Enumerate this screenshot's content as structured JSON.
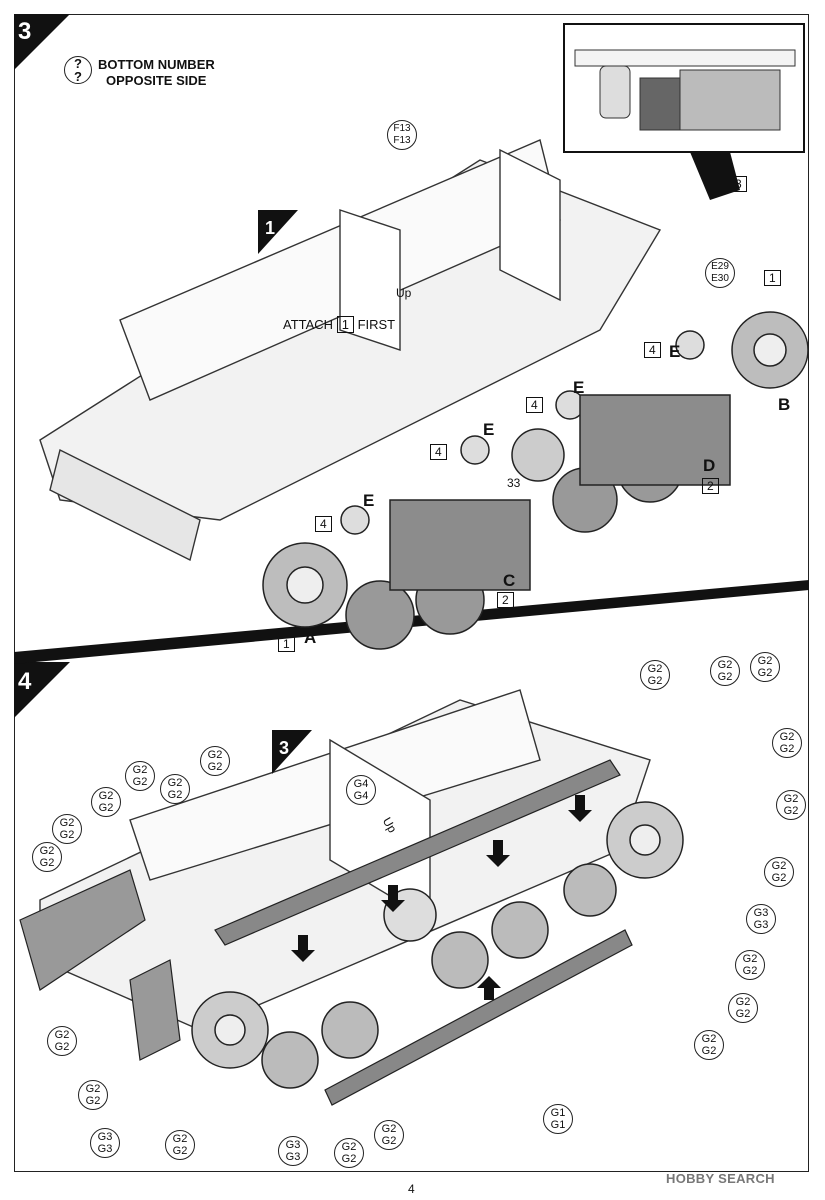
{
  "page_number": "4",
  "watermark": "HOBBY SEARCH",
  "step3": {
    "number": "3",
    "note_icon": "?",
    "note_line1": "BOTTOM NUMBER",
    "note_line2": "OPPOSITE SIDE",
    "attach_text_before": "ATTACH",
    "attach_box": "1",
    "attach_text_after": "FIRST",
    "sub_step_marker": "1",
    "up_label": "Up",
    "part_ref_top": [
      "F13",
      "F13"
    ],
    "part_ref_inset": [
      "E29",
      "E30"
    ],
    "parts": {
      "A": "A",
      "B": "B",
      "C": "C",
      "D": "D",
      "E": "E",
      "n33": "33"
    },
    "boxes": {
      "b1": "1",
      "b2": "2",
      "b3": "3",
      "b4": "4"
    }
  },
  "step4": {
    "number": "4",
    "sub_step_marker": "3",
    "up_label": "Up",
    "labels": {
      "g2": [
        "G2",
        "G2"
      ],
      "g3": [
        "G3",
        "G3"
      ],
      "g4": [
        "G4",
        "G4"
      ],
      "g1": [
        "G1",
        "G1"
      ]
    }
  }
}
